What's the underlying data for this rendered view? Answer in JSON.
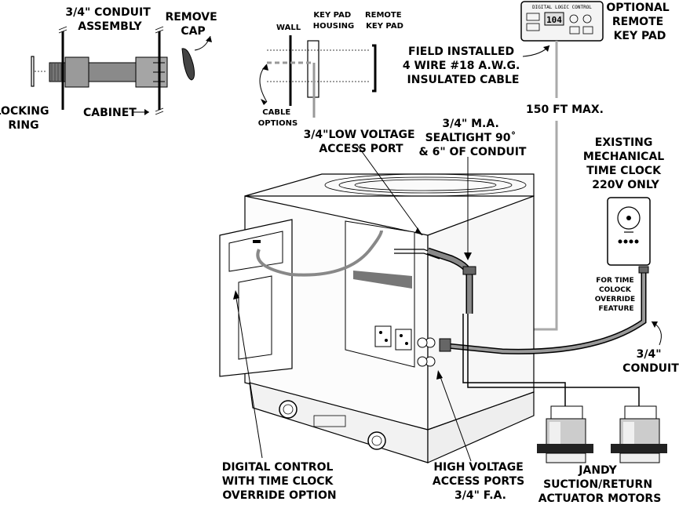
{
  "labels": {
    "conduit_assembly": [
      "3/4\" CONDUIT",
      "ASSEMBLY"
    ],
    "remove_cap": [
      "REMOVE",
      "CAP"
    ],
    "locking_ring": [
      "LOCKING",
      "RING"
    ],
    "cabinet": "CABINET",
    "wall": "WALL",
    "keypad_housing": [
      "KEY PAD",
      "HOUSING"
    ],
    "remote_keypad_small": [
      "REMOTE",
      "KEY PAD"
    ],
    "cable_options": [
      "CABLE",
      "OPTIONS"
    ],
    "optional_remote": [
      "OPTIONAL",
      "REMOTE",
      "KEY PAD"
    ],
    "field_installed": [
      "FIELD INSTALLED",
      "4 WIRE #18 A.W.G.",
      "INSULATED CABLE"
    ],
    "max_length": "150 FT MAX.",
    "low_voltage_port": [
      "3/4\"LOW VOLTAGE",
      "ACCESS PORT"
    ],
    "sealtight": [
      "3/4\"  M.A.",
      "SEALTIGHT 90˚",
      "& 6\" OF CONDUIT"
    ],
    "time_clock": [
      "EXISTING",
      "MECHANICAL",
      "TIME CLOCK",
      "220V ONLY"
    ],
    "override_feature": [
      "FOR TIME",
      "COLOCK",
      "OVERRIDE",
      "FEATURE"
    ],
    "conduit": [
      "3/4\"",
      "CONDUIT"
    ],
    "digital_control": [
      "DIGITAL CONTROL",
      "WITH TIME CLOCK",
      "OVERRIDE OPTION"
    ],
    "high_voltage": [
      "HIGH VOLTAGE",
      "ACCESS PORTS",
      "3/4\" F.A."
    ],
    "jandy": [
      "JANDY",
      "SUCTION/RETURN",
      "ACTUATOR MOTORS"
    ]
  },
  "keypad": {
    "header": "DIGITAL LOGIC CONTROL",
    "display": "104"
  }
}
